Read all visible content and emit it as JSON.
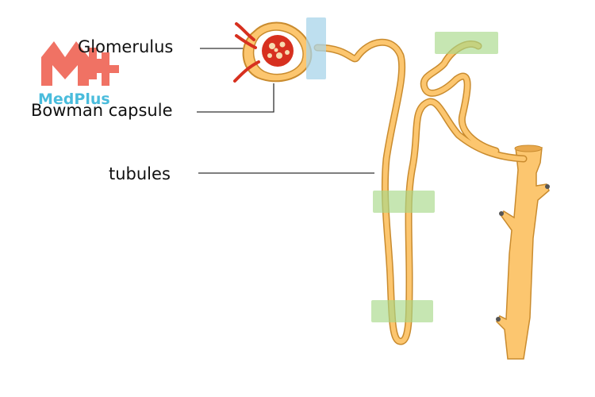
{
  "labels": {
    "glomerulus": "Glomerulus",
    "bowman_capsule": "Bowman capsule",
    "tubules": "tubules"
  },
  "watermark": {
    "text": "MedPlus",
    "logo_color": "#ee5a4a",
    "text_color": "#2bb1d6"
  },
  "colors": {
    "tubule_fill": "#fcc66f",
    "tubule_stroke": "#c98b2e",
    "blood_vessel": "#d7301f",
    "highlight_green": "#a8d888",
    "highlight_blue": "#a8d4ea"
  }
}
